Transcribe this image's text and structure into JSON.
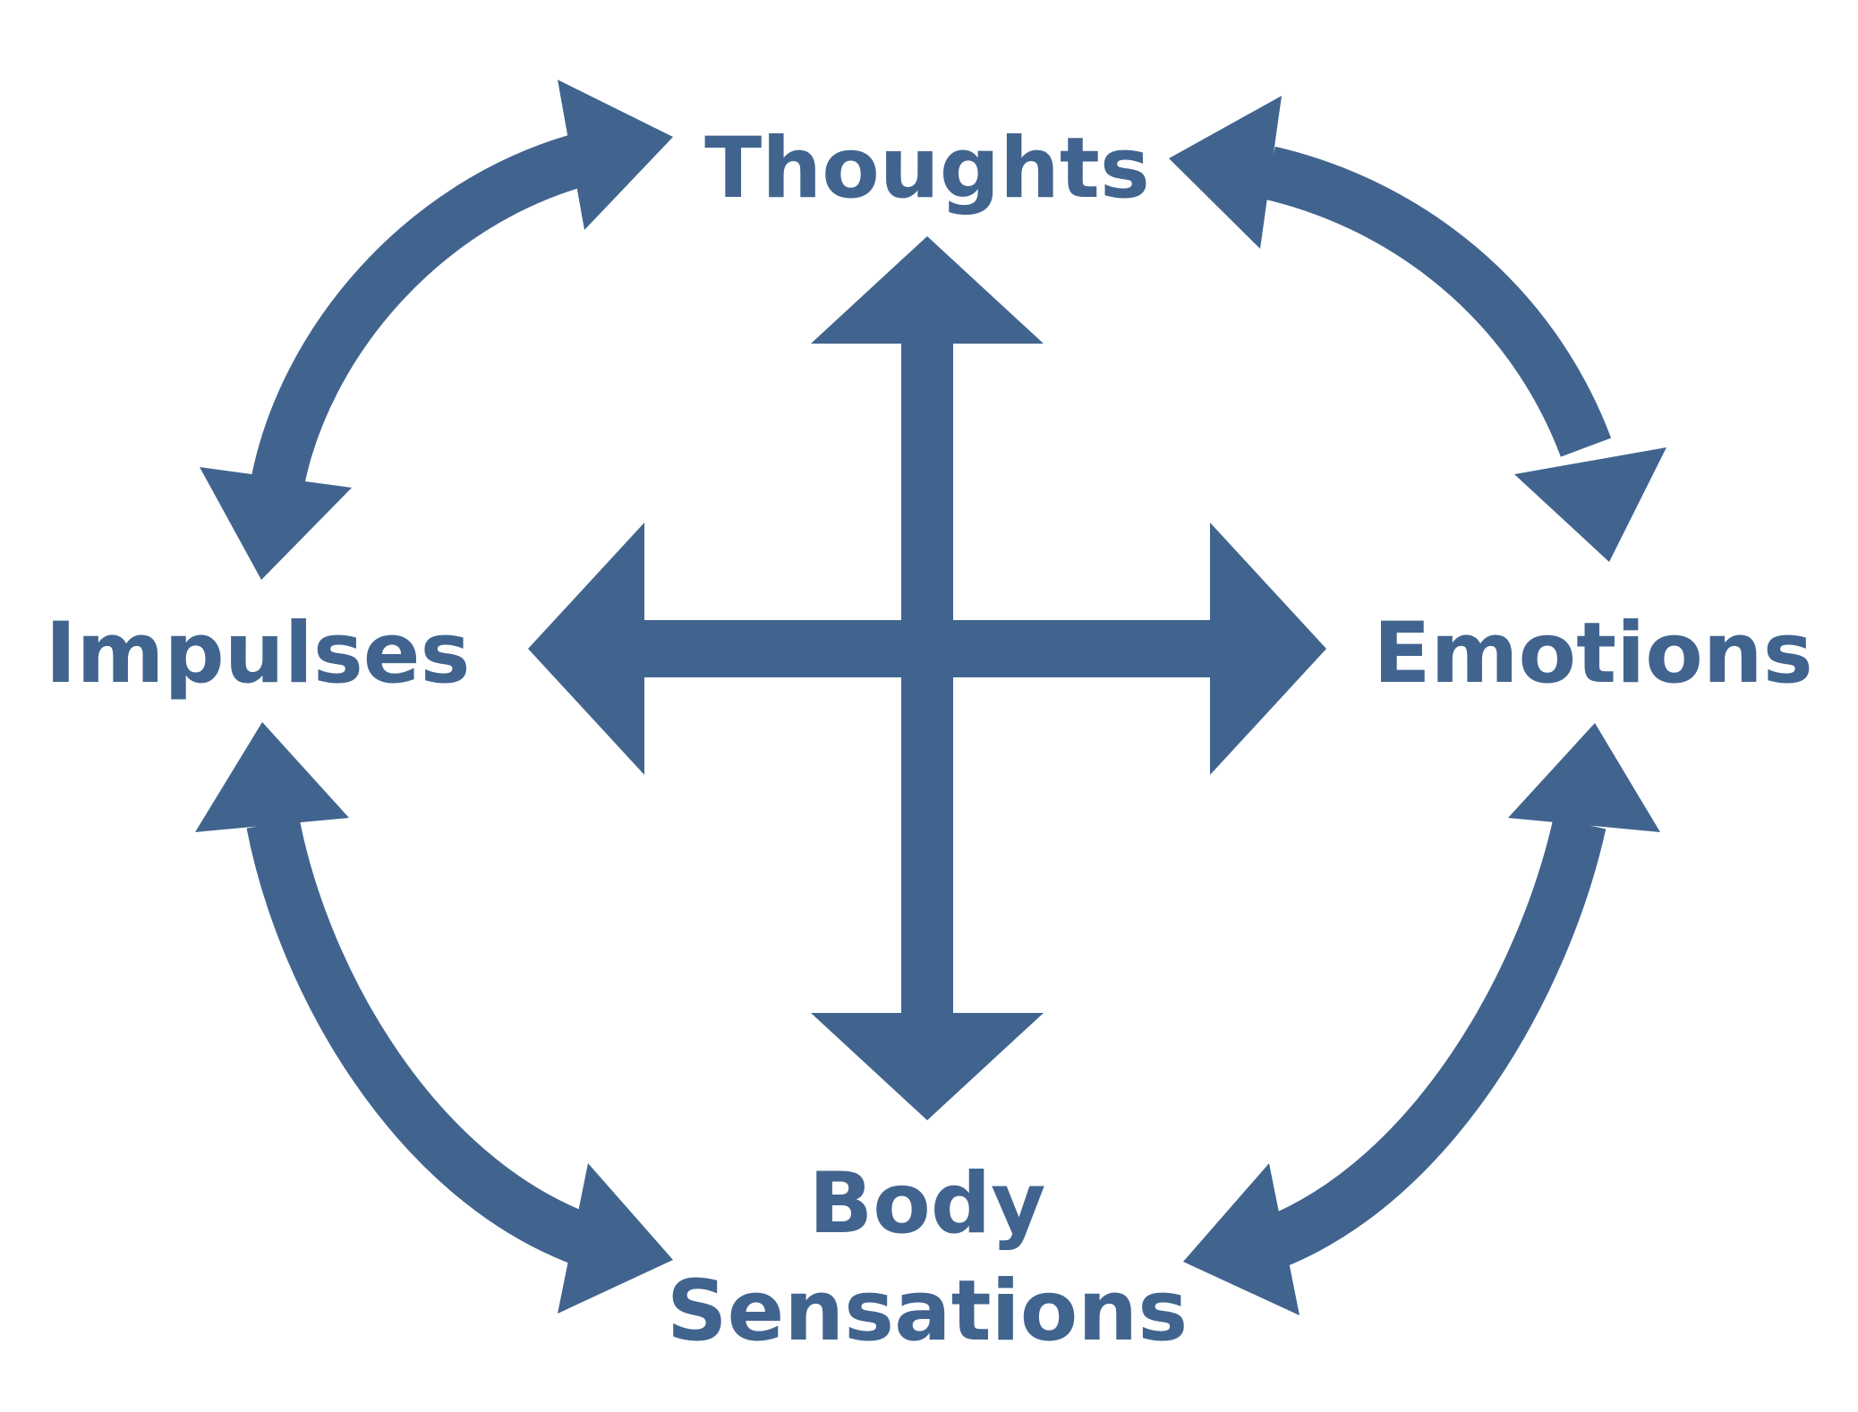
{
  "diagram": {
    "accent_color": "#41648F",
    "nodes": {
      "top": {
        "label": "Thoughts"
      },
      "left": {
        "label": "Impulses"
      },
      "right": {
        "label": "Emotions"
      },
      "bottom": {
        "label_line1": "Body",
        "label_line2": "Sensations"
      }
    },
    "connectors": [
      {
        "id": "thoughts-impulses",
        "from": "Thoughts",
        "to": "Impulses",
        "style": "curved-double-arrow"
      },
      {
        "id": "thoughts-emotions",
        "from": "Thoughts",
        "to": "Emotions",
        "style": "curved-double-arrow"
      },
      {
        "id": "impulses-body-sensations",
        "from": "Impulses",
        "to": "Body Sensations",
        "style": "curved-double-arrow"
      },
      {
        "id": "emotions-body-sensations",
        "from": "Emotions",
        "to": "Body Sensations",
        "style": "curved-double-arrow"
      },
      {
        "id": "center-cross",
        "style": "four-way-arrow"
      }
    ]
  }
}
